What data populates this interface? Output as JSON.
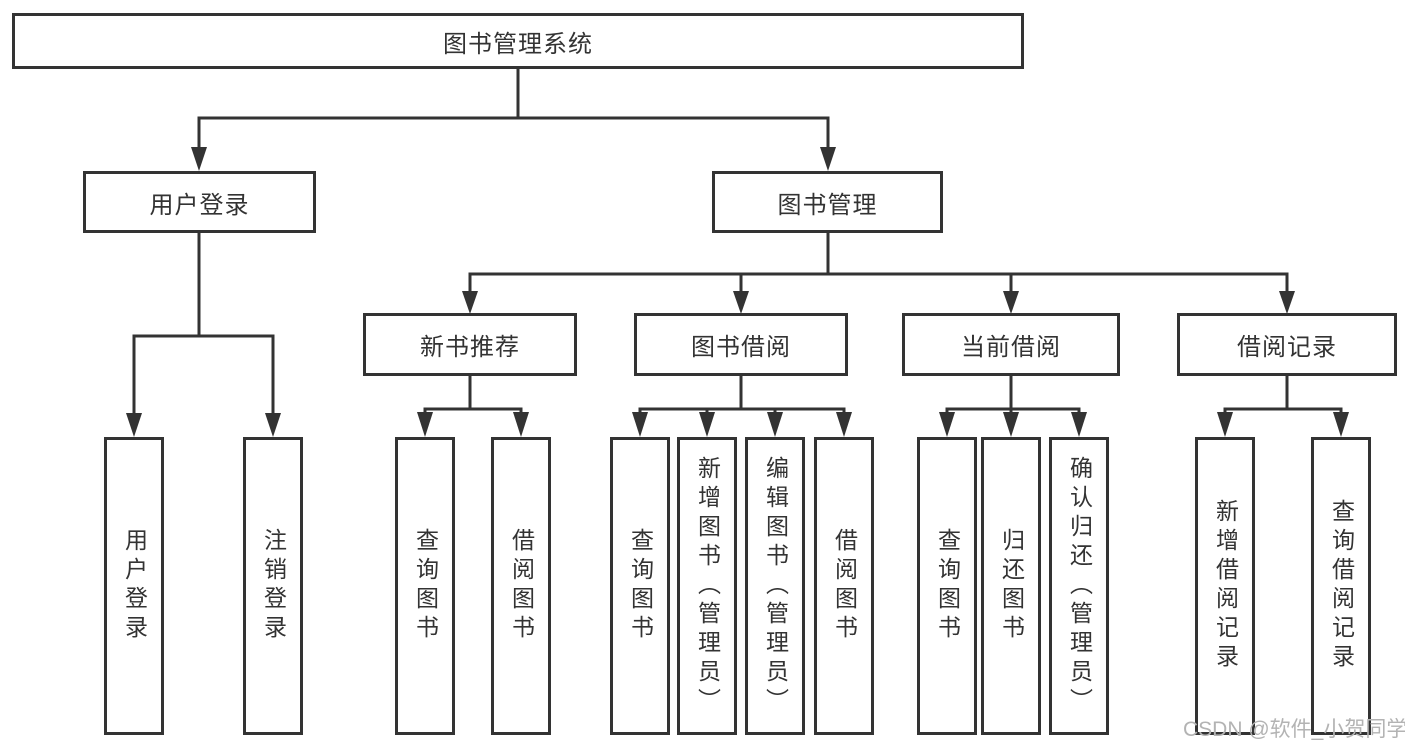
{
  "tree": {
    "label": "图书管理系统",
    "children": [
      {
        "label": "用户登录",
        "children": [
          {
            "label": "用户登录"
          },
          {
            "label": "注销登录"
          }
        ]
      },
      {
        "label": "图书管理",
        "children": [
          {
            "label": "新书推荐",
            "children": [
              {
                "label": "查询图书"
              },
              {
                "label": "借阅图书"
              }
            ]
          },
          {
            "label": "图书借阅",
            "children": [
              {
                "label": "查询图书"
              },
              {
                "label": "新增图书（管理员）"
              },
              {
                "label": "编辑图书（管理员）"
              },
              {
                "label": "借阅图书"
              }
            ]
          },
          {
            "label": "当前借阅",
            "children": [
              {
                "label": "查询图书"
              },
              {
                "label": "归还图书"
              },
              {
                "label": "确认归还（管理员）"
              }
            ]
          },
          {
            "label": "借阅记录",
            "children": [
              {
                "label": "新增借阅记录"
              },
              {
                "label": "查询借阅记录"
              }
            ]
          }
        ]
      }
    ]
  },
  "watermark": "CSDN @软件_小贺同学",
  "colors": {
    "line": "#333333",
    "box_background": "#ffffff",
    "text": "#333333",
    "watermark": "#b3b3b3"
  }
}
